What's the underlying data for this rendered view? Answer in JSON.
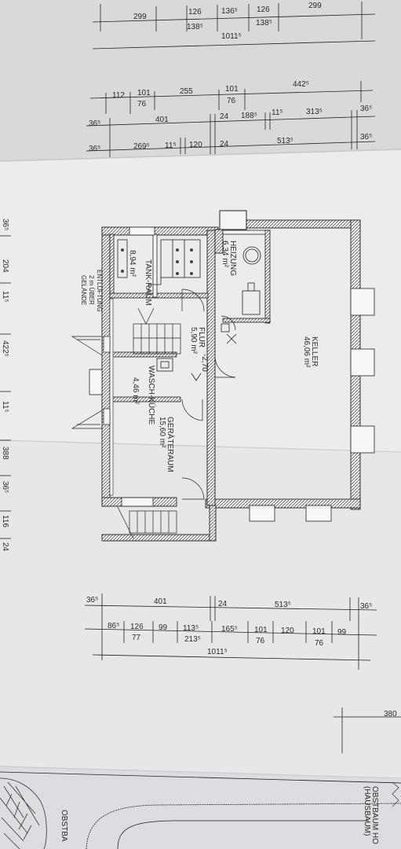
{
  "rooms": {
    "keller": {
      "name": "KELLER",
      "area": "46,06 m²"
    },
    "heizung": {
      "name": "HEIZUNG",
      "area": "6,34 m²"
    },
    "tankraum": {
      "name": "TANK-RAUM",
      "area": "8,94 m²"
    },
    "flur": {
      "name": "FLUR",
      "area": "5,90 m²",
      "level": "-2,70"
    },
    "waschkueche": {
      "name": "WASCH-KÜCHE",
      "area": "4,46 m²"
    },
    "geraeteraum": {
      "name": "GERÄTERAUM",
      "area": "15,60 m²"
    }
  },
  "notes": {
    "entlueftung": "ENTLÜFTUNG",
    "entlueftung_2": "2 m ÜBER",
    "entlueftung_3": "GELÄNDE"
  },
  "dims_top": {
    "r1": [
      "299",
      "126",
      "136⁵",
      "126",
      "299"
    ],
    "r1b": [
      "138⁵",
      "138⁵"
    ],
    "r1_total": "1011⁵",
    "r2a": [
      "112",
      "101",
      "255",
      "101",
      "442⁵"
    ],
    "r2b": [
      "76",
      "76"
    ],
    "r3": [
      "36⁵",
      "401",
      "24",
      "188⁵",
      "11⁵",
      "313⁵",
      "36⁵"
    ],
    "r4": [
      "36⁵",
      "269⁵",
      "11⁵",
      "120",
      "24",
      "513⁵",
      "36⁵"
    ]
  },
  "dims_left": [
    "36⁵",
    "204",
    "11⁵",
    "422⁵",
    "11⁵",
    "388",
    "36⁵",
    "116",
    "24"
  ],
  "dims_bottom": {
    "r1": [
      "36⁵",
      "401",
      "24",
      "513⁵",
      "36⁵"
    ],
    "r2": [
      "86⁵",
      "126",
      "99",
      "113⁵",
      "165⁵",
      "101",
      "120",
      "101",
      "99"
    ],
    "r2b": [
      "77",
      "213⁵",
      "76",
      "76"
    ],
    "total": "1011⁵"
  },
  "site": {
    "right_dim": "380",
    "tree_label": "OBSTBAUM HO",
    "tree_label_2": "(HAUSBAUM)",
    "tree_label_left": "OBSTBA"
  }
}
